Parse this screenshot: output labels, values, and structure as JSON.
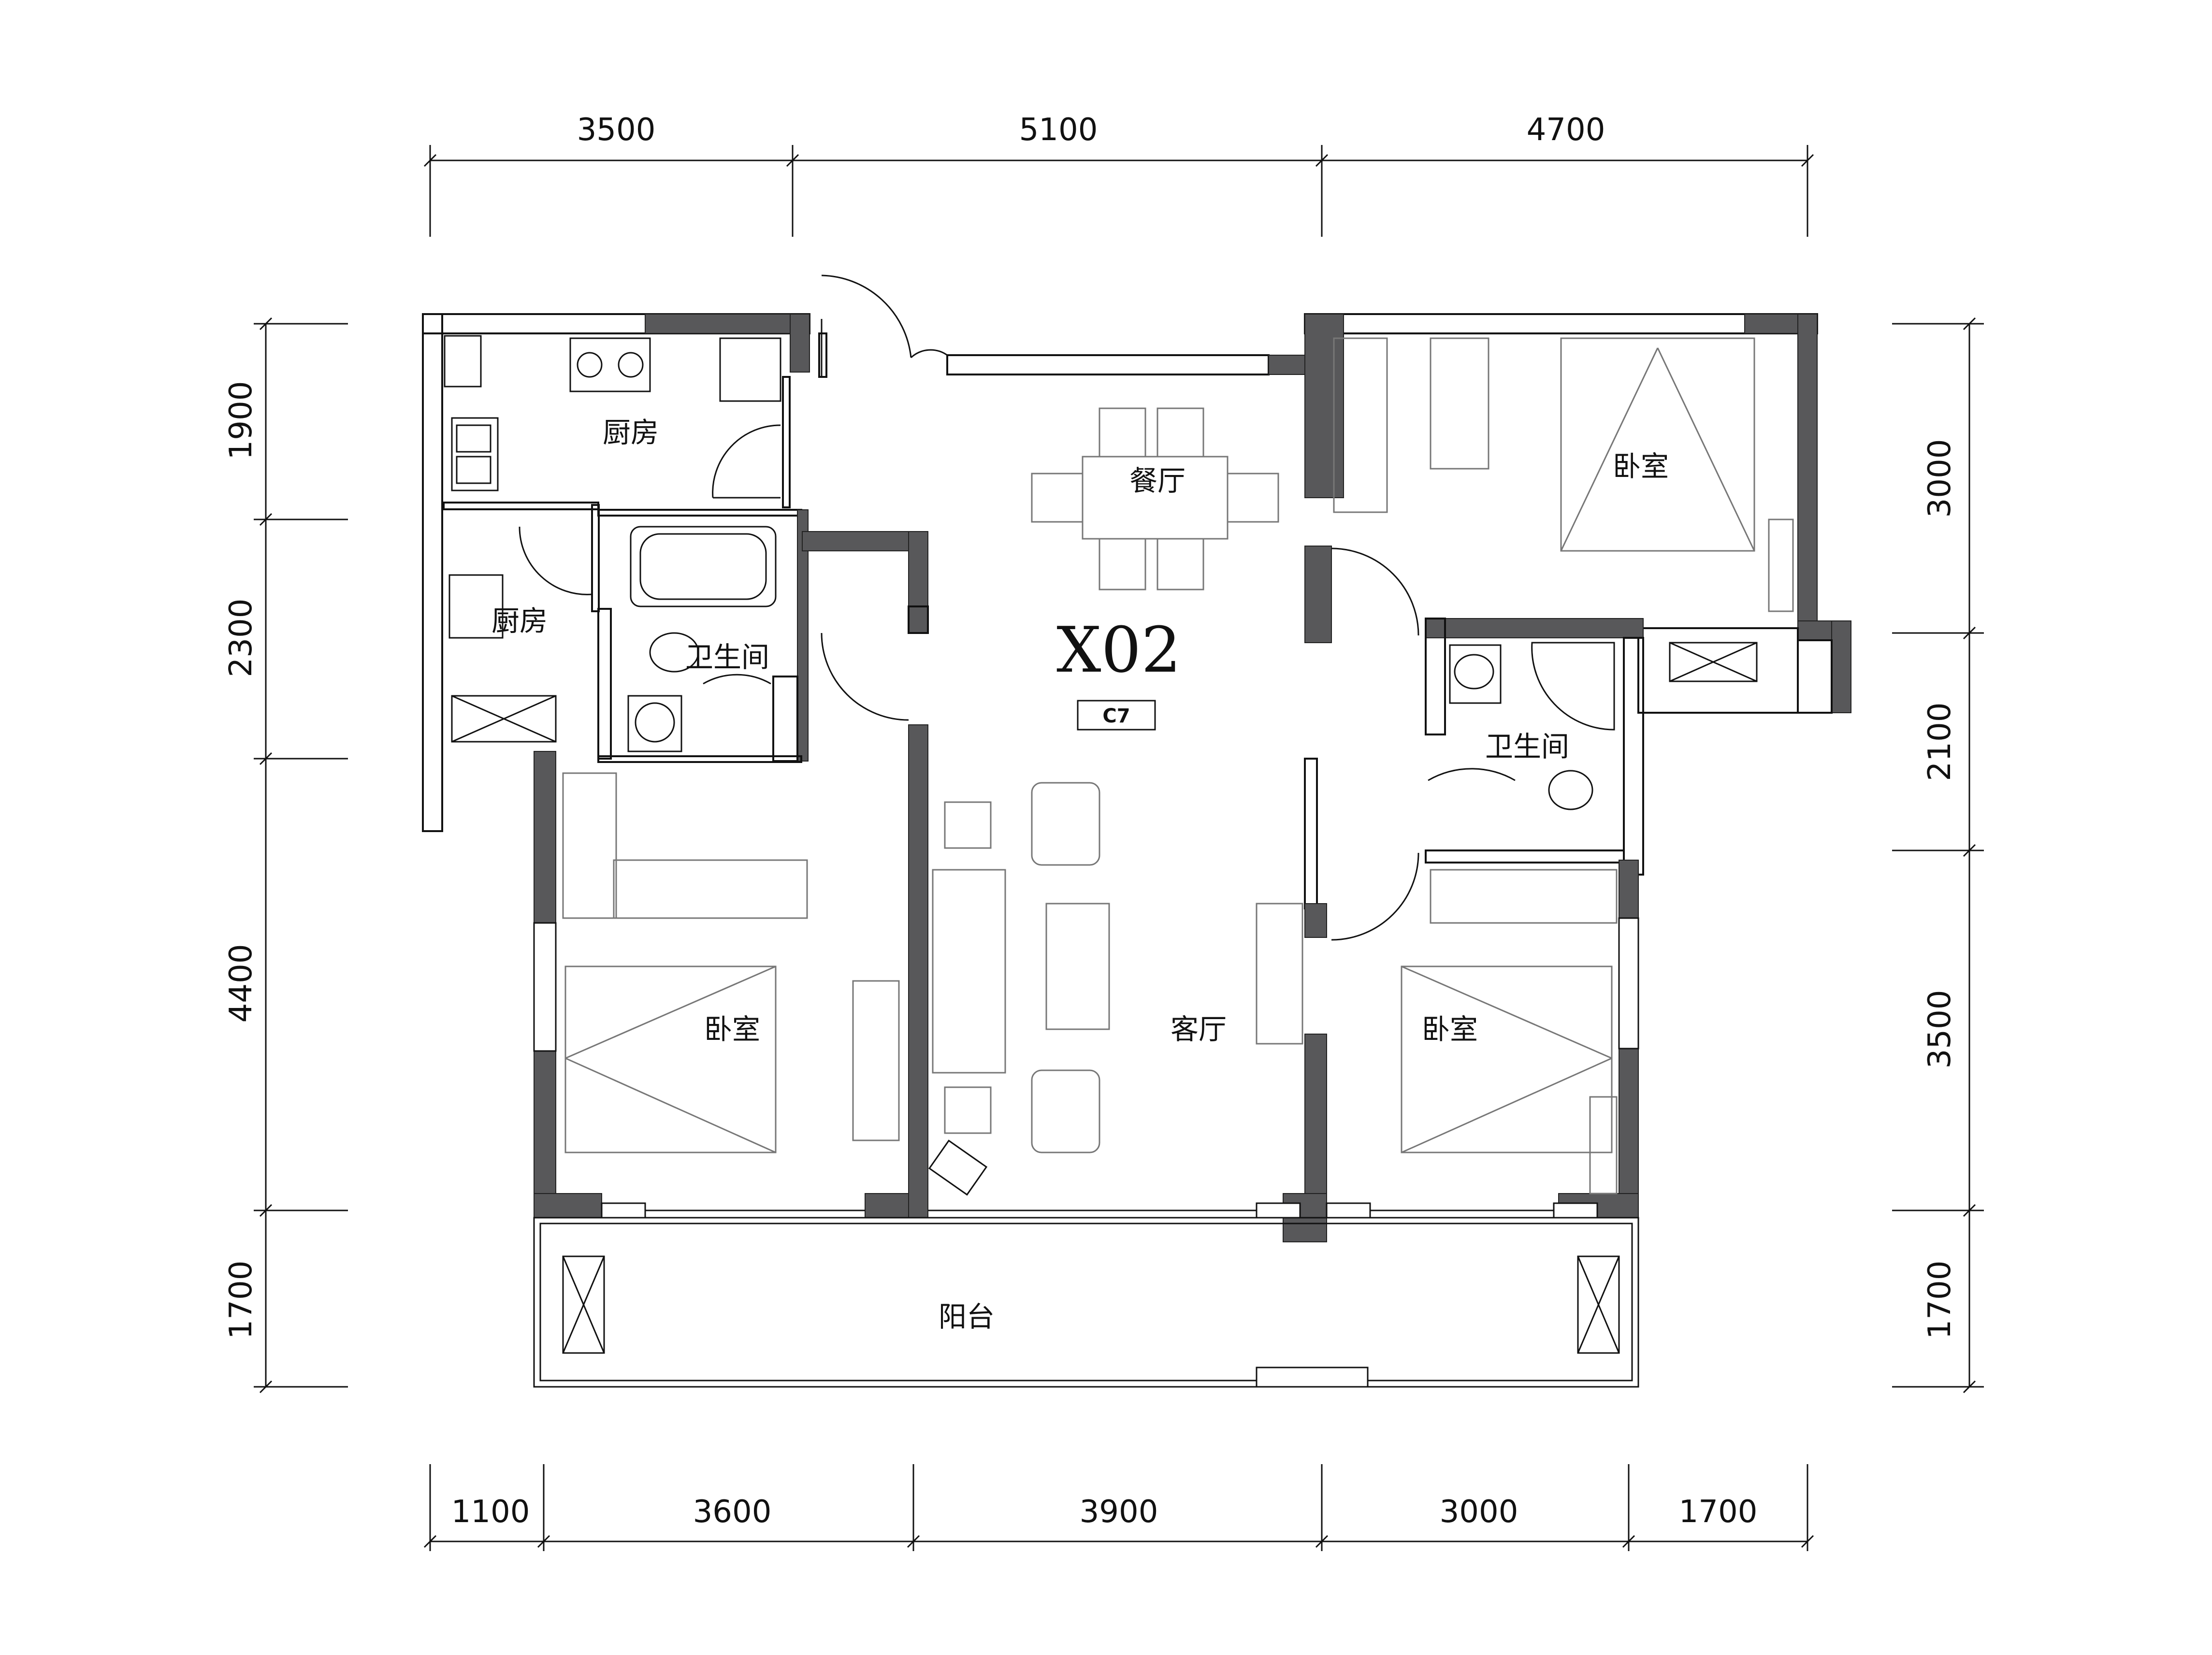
{
  "plan": {
    "unit_code": "X02",
    "unit_tag": "C7",
    "dimensions": {
      "top": [
        "3500",
        "5100",
        "4700"
      ],
      "bottom": [
        "1100",
        "3600",
        "3900",
        "3000",
        "1700"
      ],
      "left": [
        "1900",
        "2300",
        "4400",
        "1700"
      ],
      "right": [
        "3000",
        "2100",
        "3500",
        "1700"
      ]
    },
    "rooms": {
      "kitchen": "厨房",
      "kitchen_small": "厨房",
      "bathroom_left": "卫生间",
      "bathroom_right": "卫生间",
      "dining": "餐厅",
      "living": "客厅",
      "bedroom_left": "卧室",
      "bedroom_top_right": "卧室",
      "bedroom_bottom_right": "卧室",
      "balcony": "阳台"
    },
    "colors": {
      "wall_fill": "#58585a",
      "line": "#111111",
      "furniture": "#777777"
    }
  }
}
